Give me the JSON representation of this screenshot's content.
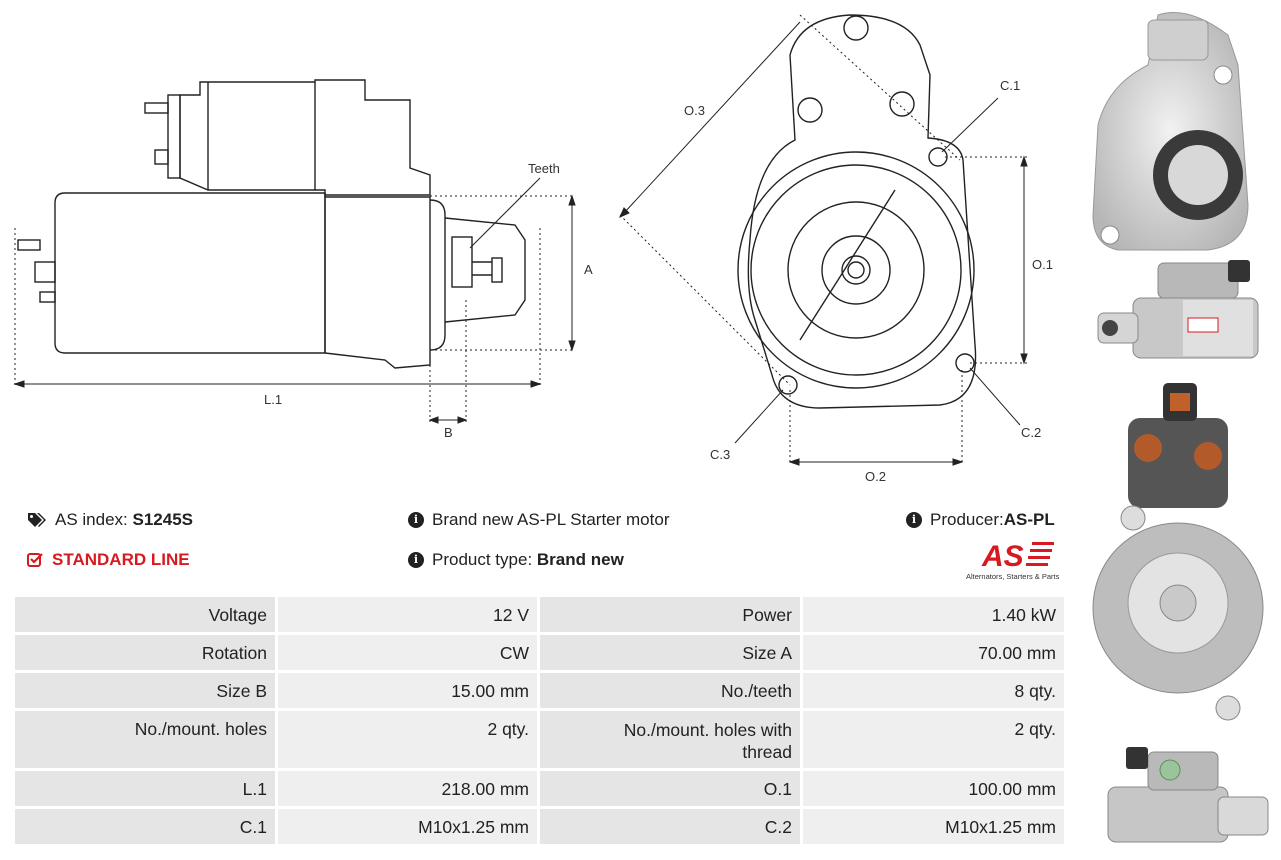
{
  "drawing": {
    "labels": {
      "teeth": "Teeth",
      "a": "A",
      "b": "B",
      "l1": "L.1",
      "o1": "O.1",
      "o2": "O.2",
      "o3": "O.3",
      "c1": "C.1",
      "c2": "C.2",
      "c3": "C.3"
    }
  },
  "info": {
    "as_index_label": "AS index:",
    "as_index_value": "S1245S",
    "line": "STANDARD LINE",
    "description": "Brand new AS-PL Starter motor",
    "product_type_label": "Product type:",
    "product_type_value": "Brand new",
    "producer_label": "Producer:",
    "producer_value": "AS-PL"
  },
  "logo": {
    "text": "AS",
    "tagline": "Alternators, Starters & Parts"
  },
  "spec": [
    [
      "Voltage",
      "12 V",
      "Power",
      "1.40 kW"
    ],
    [
      "Rotation",
      "CW",
      "Size A",
      "70.00 mm"
    ],
    [
      "Size B",
      "15.00 mm",
      "No./teeth",
      "8 qty."
    ],
    [
      "No./mount. holes",
      "2 qty.",
      "No./mount. holes with thread",
      "2 qty."
    ],
    [
      "L.1",
      "218.00 mm",
      "O.1",
      "100.00 mm"
    ],
    [
      "C.1",
      "M10x1.25 mm",
      "C.2",
      "M10x1.25 mm"
    ]
  ],
  "colors": {
    "accent_red": "#d71920",
    "label_cell": "#e5e5e5",
    "value_cell": "#efefef"
  }
}
